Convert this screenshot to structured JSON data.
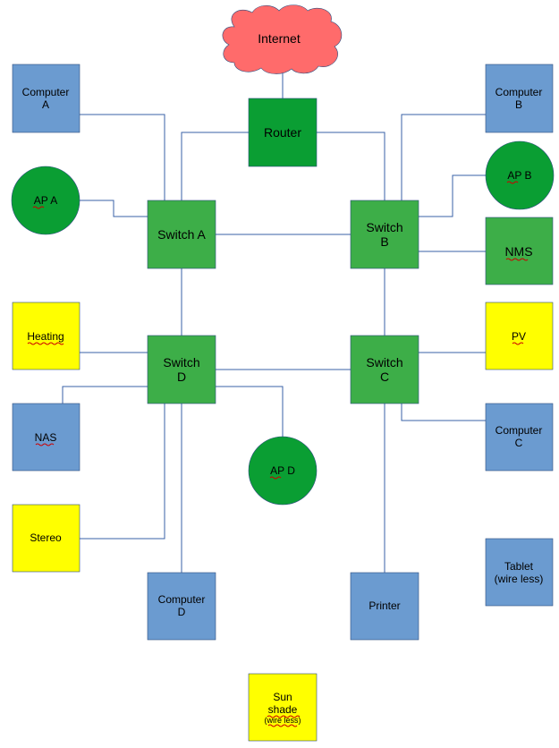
{
  "colors": {
    "line": "#3a62a7",
    "cloud": "#ff6b6b",
    "router": "#0a9e33",
    "switch": "#3dae48",
    "ap": "#0a9e33",
    "computer": "#6b9bd0",
    "yellow": "#ffff00",
    "nms": "#3dae48",
    "stroke": "#2b4c7e"
  },
  "nodes": {
    "internet": {
      "lines": [
        "Internet"
      ],
      "shape": "cloud"
    },
    "router": {
      "lines": [
        "Router"
      ],
      "shape": "square"
    },
    "switch_a": {
      "lines": [
        "Switch A"
      ],
      "shape": "square"
    },
    "switch_b": {
      "lines": [
        "Switch",
        "B"
      ],
      "shape": "square"
    },
    "switch_c": {
      "lines": [
        "Switch",
        "C"
      ],
      "shape": "square"
    },
    "switch_d": {
      "lines": [
        "Switch",
        "D"
      ],
      "shape": "square"
    },
    "computer_a": {
      "lines": [
        "Computer",
        "A"
      ],
      "shape": "square"
    },
    "computer_b": {
      "lines": [
        "Computer",
        "B"
      ],
      "shape": "square"
    },
    "computer_c": {
      "lines": [
        "Computer",
        "C"
      ],
      "shape": "square"
    },
    "computer_d": {
      "lines": [
        "Computer",
        "D"
      ],
      "shape": "square"
    },
    "ap_a": {
      "lines": [
        "AP A"
      ],
      "shape": "circle"
    },
    "ap_b": {
      "lines": [
        "AP B"
      ],
      "shape": "circle"
    },
    "ap_d": {
      "lines": [
        "AP D"
      ],
      "shape": "circle"
    },
    "nms": {
      "lines": [
        "NMS"
      ],
      "shape": "square"
    },
    "heating": {
      "lines": [
        "Heating"
      ],
      "shape": "square"
    },
    "pv": {
      "lines": [
        "PV"
      ],
      "shape": "square"
    },
    "nas": {
      "lines": [
        "NAS"
      ],
      "shape": "square"
    },
    "stereo": {
      "lines": [
        "Stereo"
      ],
      "shape": "square"
    },
    "printer": {
      "lines": [
        "Printer"
      ],
      "shape": "square"
    },
    "tablet": {
      "lines": [
        "Tablet",
        "(wire less)"
      ],
      "shape": "square"
    },
    "sun_shade": {
      "lines": [
        "Sun",
        "shade",
        "(wire less)"
      ],
      "shape": "square"
    }
  }
}
